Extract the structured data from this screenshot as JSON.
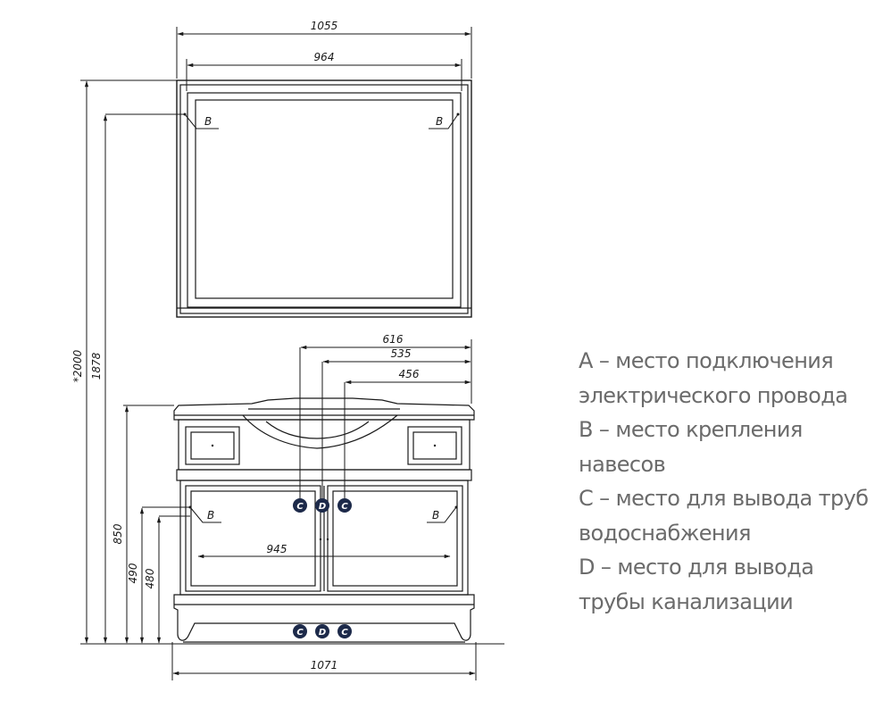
{
  "dimensions": {
    "mirror_outer_width": "1055",
    "mirror_inner_width": "964",
    "total_height": "*2000",
    "mirror_mount_height": "1878",
    "width_616": "616",
    "width_535": "535",
    "width_456": "456",
    "cabinet_height": "850",
    "height_490": "490",
    "height_480": "480",
    "mount_span": "945",
    "cabinet_width": "1071"
  },
  "markers": {
    "b": "B",
    "c": "C",
    "d": "D"
  },
  "legend": [
    "A – место подключения",
    "электрического провода",
    "B – место крепления",
    "навесов",
    "C – место для вывода труб",
    "водоснабжения",
    "D – место для вывода",
    "трубы канализации"
  ]
}
